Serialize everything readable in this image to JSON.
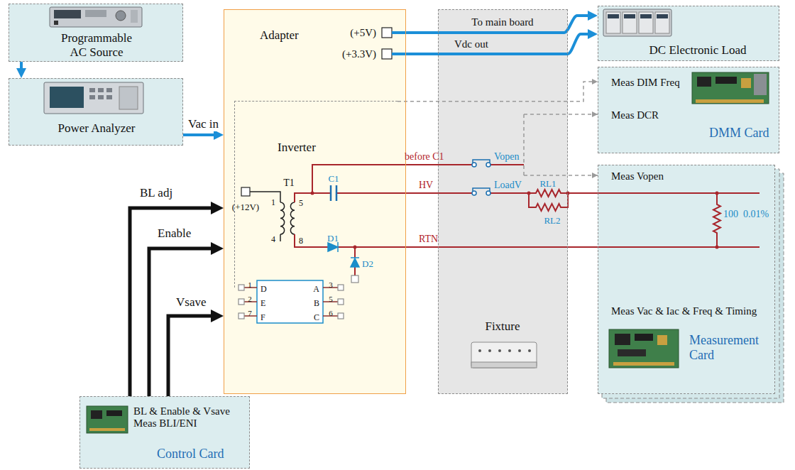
{
  "diagram": {
    "nodes": [
      {
        "text": [
          "Programmable AC Source"
        ]
      },
      {
        "text": [
          "Power Analyzer"
        ]
      },
      {
        "text": [
          "Adapter"
        ]
      },
      {
        "text": [
          "Inverter"
        ],
        "in": 2
      },
      {
        "text": [
          "To main board",
          "Fixture"
        ]
      },
      {
        "text": [
          "DC Electronic Load"
        ]
      },
      {
        "text": [
          "Meas DIM Freq",
          "Meas DCR",
          "DMM Card"
        ]
      },
      {
        "text": [
          "Meas Vopen",
          "Meas Vac & Iac & Freq & Timing",
          "Measurement Card"
        ]
      },
      {
        "text": [
          "BL & Enable & Vsave Meas BLI/ENI",
          "Control Card"
        ]
      }
    ],
    "edges": [
      {
        "from": 0,
        "to": 1,
        "arrow": "to"
      },
      {
        "from": 1,
        "to": 2,
        "label": "Vac in",
        "arrow": "to"
      },
      {
        "from": 2,
        "to": 5,
        "arrow": "to"
      },
      {
        "from": 2,
        "to": 5,
        "label": "Vdc out",
        "arrow": "to"
      },
      {
        "from": 3,
        "to": 6,
        "arrow": "to"
      },
      {
        "from": 8,
        "to": 2,
        "label": "BL adj",
        "arrow": "to"
      },
      {
        "from": 8,
        "to": 2,
        "label": "Enable",
        "arrow": "to"
      },
      {
        "from": 8,
        "to": 2,
        "label": "Vsave",
        "arrow": "to"
      }
    ],
    "labels": [
      "(+5V)",
      "(+3.3V)",
      "(+12V)",
      "T1",
      "1",
      "4",
      "5",
      "8",
      "C1",
      "D1",
      "D2",
      "before C1",
      "Vopen",
      "HV",
      "LoadV",
      "RTN",
      "RL1",
      "RL2",
      "100",
      "0.01%",
      "1",
      "2",
      "7",
      "D",
      "E",
      "F",
      "A",
      "B",
      "C",
      "3",
      "5",
      "6"
    ]
  }
}
